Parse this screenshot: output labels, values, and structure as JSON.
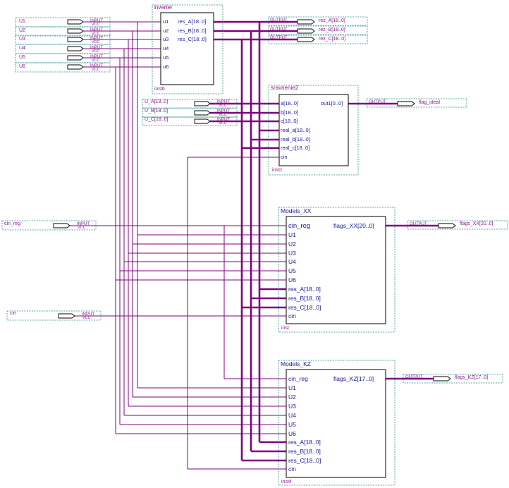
{
  "input_pins": [
    {
      "name": "U1",
      "tag": "INPUT",
      "vcc": "VCC"
    },
    {
      "name": "U2",
      "tag": "INPUT",
      "vcc": "VCC"
    },
    {
      "name": "U3",
      "tag": "INPUT",
      "vcc": "VCC"
    },
    {
      "name": "U4",
      "tag": "INPUT",
      "vcc": "VCC"
    },
    {
      "name": "U5",
      "tag": "INPUT",
      "vcc": "VCC"
    },
    {
      "name": "U6",
      "tag": "INPUT",
      "vcc": "VCC"
    }
  ],
  "abc_pins": [
    {
      "name": "U_A[18..0]",
      "tag": "INPUT",
      "vcc": "VCC"
    },
    {
      "name": "U_B[18..0]",
      "tag": "INPUT",
      "vcc": "VCC"
    },
    {
      "name": "U_C[18..0]",
      "tag": "INPUT",
      "vcc": "VCC"
    }
  ],
  "cin_reg_pin": {
    "name": "cin_reg",
    "tag": "INPUT",
    "vcc": "VCC"
  },
  "cin_pin": {
    "name": "cin",
    "tag": "INPUT",
    "vcc": "VCC"
  },
  "output_pins": [
    {
      "name": "rez_A[18..0]",
      "tag": "OUTPUT"
    },
    {
      "name": "rez_B[18..0]",
      "tag": "OUTPUT"
    },
    {
      "name": "rez_C[18..0]",
      "tag": "OUTPUT"
    },
    {
      "name": "flag_ideal",
      "tag": "OUTPUT"
    },
    {
      "name": "flags_XX[20..0]",
      "tag": "OUTPUT"
    },
    {
      "name": "flags_KZ[17..0]",
      "tag": "OUTPUT"
    }
  ],
  "blocks": {
    "inverter": {
      "title": "inverter",
      "instance": "inst6",
      "inputs": [
        "u1",
        "u2",
        "u3",
        "u4",
        "u5",
        "u6"
      ],
      "outputs": [
        "res_A[18..0]",
        "res_B[18..0]",
        "res_C[18..0]"
      ]
    },
    "sravnenie": {
      "title": "sravnenie2",
      "instance": "inst1",
      "inputs": [
        "a[18..0]",
        "b[18..0]",
        "c[18..0]",
        "real_a[18..0]",
        "real_b[18..0]",
        "real_c[18..0]",
        "cin"
      ],
      "outputs": [
        "out1[0..0]"
      ]
    },
    "models_xx": {
      "title": "Models_XX",
      "instance": "inst",
      "inputs": [
        "cin_reg",
        "U1",
        "U2",
        "U3",
        "U4",
        "U5",
        "U6",
        "res_A[18..0]",
        "res_B[18..0]",
        "res_C[18..0]",
        "cin"
      ],
      "outputs": [
        "flags_XX[20..0]"
      ]
    },
    "models_kz": {
      "title": "Models_KZ",
      "instance": "inst4",
      "inputs": [
        "cin_reg",
        "U1",
        "U2",
        "U3",
        "U4",
        "U5",
        "U6",
        "res_A[18..0]",
        "res_B[18..0]",
        "res_C[18..0]",
        "cin"
      ],
      "outputs": [
        "flags_KZ[17..0]"
      ]
    }
  },
  "colors": {
    "wire": "#800080",
    "label": "#1a1a9a",
    "dashed": "#2a8a8a"
  }
}
